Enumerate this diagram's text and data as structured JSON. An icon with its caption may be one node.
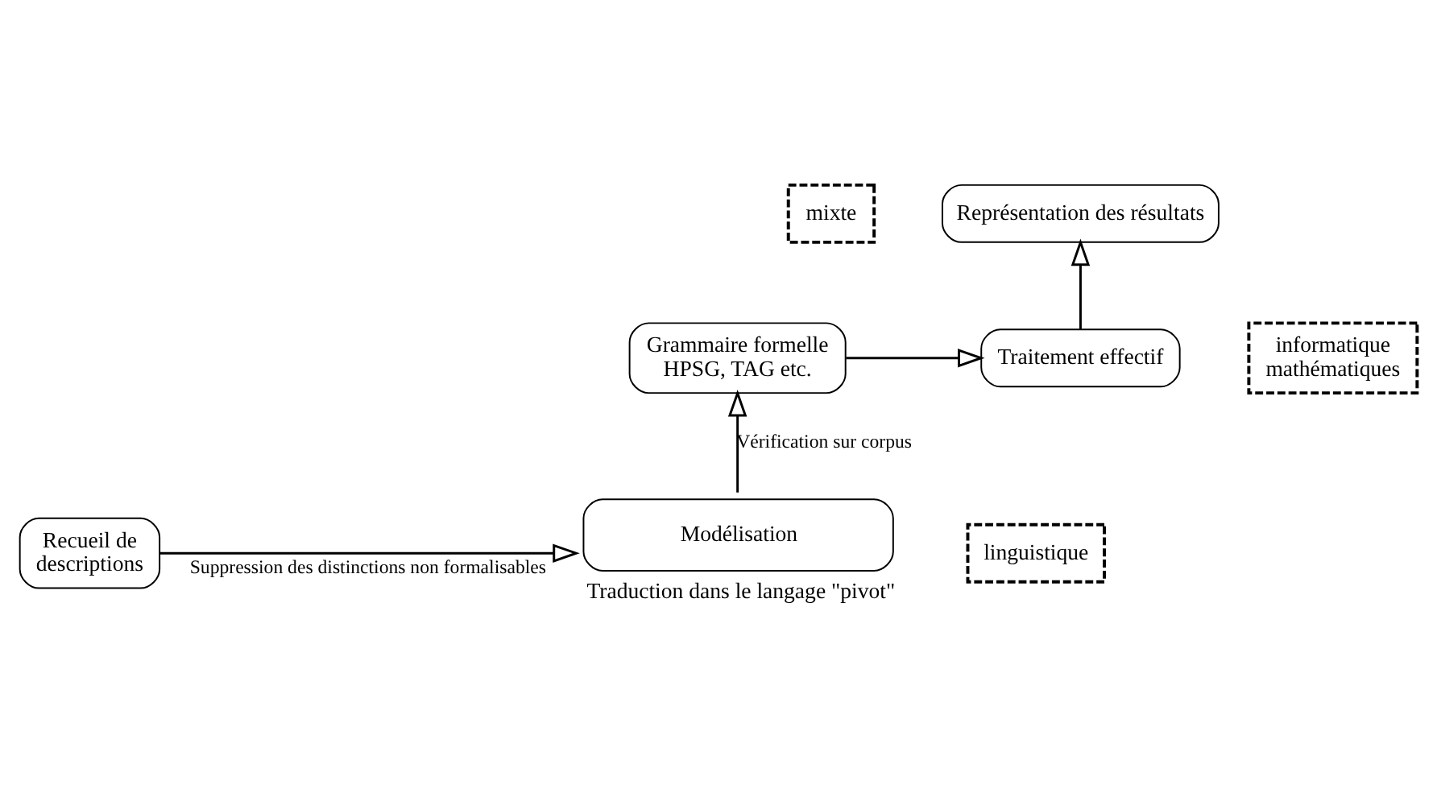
{
  "diagram": {
    "nodes": [
      {
        "text": [
          "mixte"
        ]
      },
      {
        "text": [
          "Représentation des résultats"
        ]
      },
      {
        "text": [
          "informatique mathématiques"
        ]
      },
      {
        "text": [
          "Grammaire formelle",
          "HPSG, TAG etc."
        ]
      },
      {
        "text": [
          "Traitement effectif"
        ]
      },
      {
        "text": [
          "Recueil de descriptions"
        ]
      },
      {
        "text": [
          "Modélisation"
        ],
        "beside": [
          "Traduction dans le langage \"pivot\""
        ]
      },
      {
        "text": [
          "linguistique"
        ]
      }
    ],
    "edges": [
      {
        "from": 5,
        "to": 6,
        "arrow": "to",
        "label": "Suppression des distinctions non formalisables"
      },
      {
        "from": 6,
        "to": 3,
        "arrow": "to",
        "label": "Vérification sur corpus"
      },
      {
        "from": 3,
        "to": 4,
        "arrow": "to"
      },
      {
        "from": 4,
        "to": 1,
        "arrow": "to"
      }
    ]
  }
}
